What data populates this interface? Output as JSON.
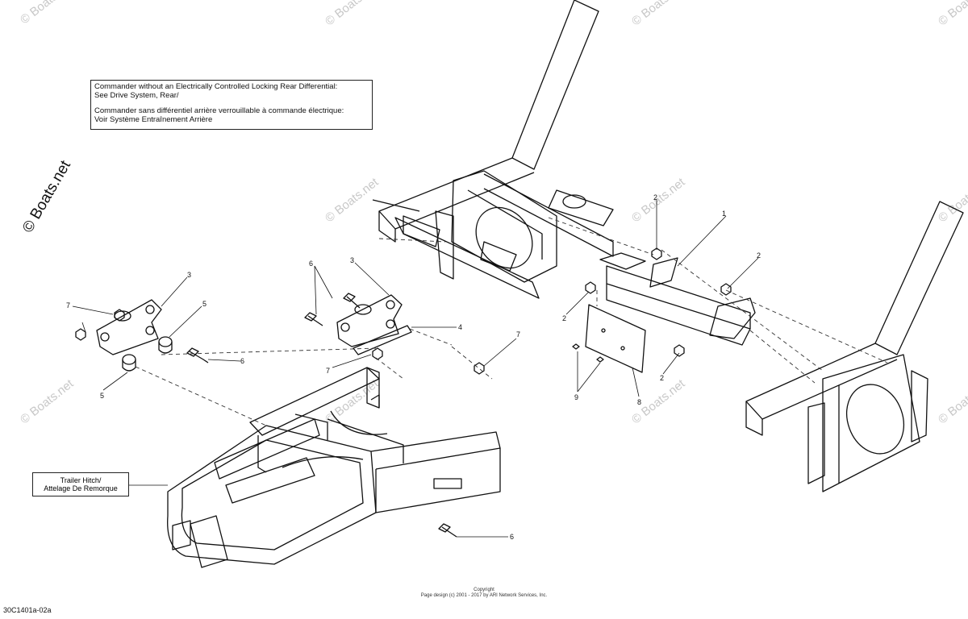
{
  "note": {
    "line1": "Commander without an Electrically Controlled Locking Rear Differential:",
    "line2": "See Drive System, Rear/",
    "line3": "Commander sans différentiel arrière verrouillable à commande électrique:",
    "line4": "Voir Système Entraînement Arrière"
  },
  "hitch_label": {
    "line1": "Trailer Hitch/",
    "line2": "Attelage De Remorque"
  },
  "watermark": {
    "text": "© Boats.net",
    "big": "© Boats.net"
  },
  "callouts": [
    "1",
    "2",
    "2",
    "2",
    "2",
    "3",
    "3",
    "4",
    "5",
    "5",
    "6",
    "6",
    "6",
    "7",
    "7",
    "7",
    "8",
    "9"
  ],
  "footer": {
    "line1": "Copyright",
    "line2": "Page design (c) 2001 - 2017 by ARI Network Services, Inc."
  },
  "ref_code": "30C1401a-02a"
}
